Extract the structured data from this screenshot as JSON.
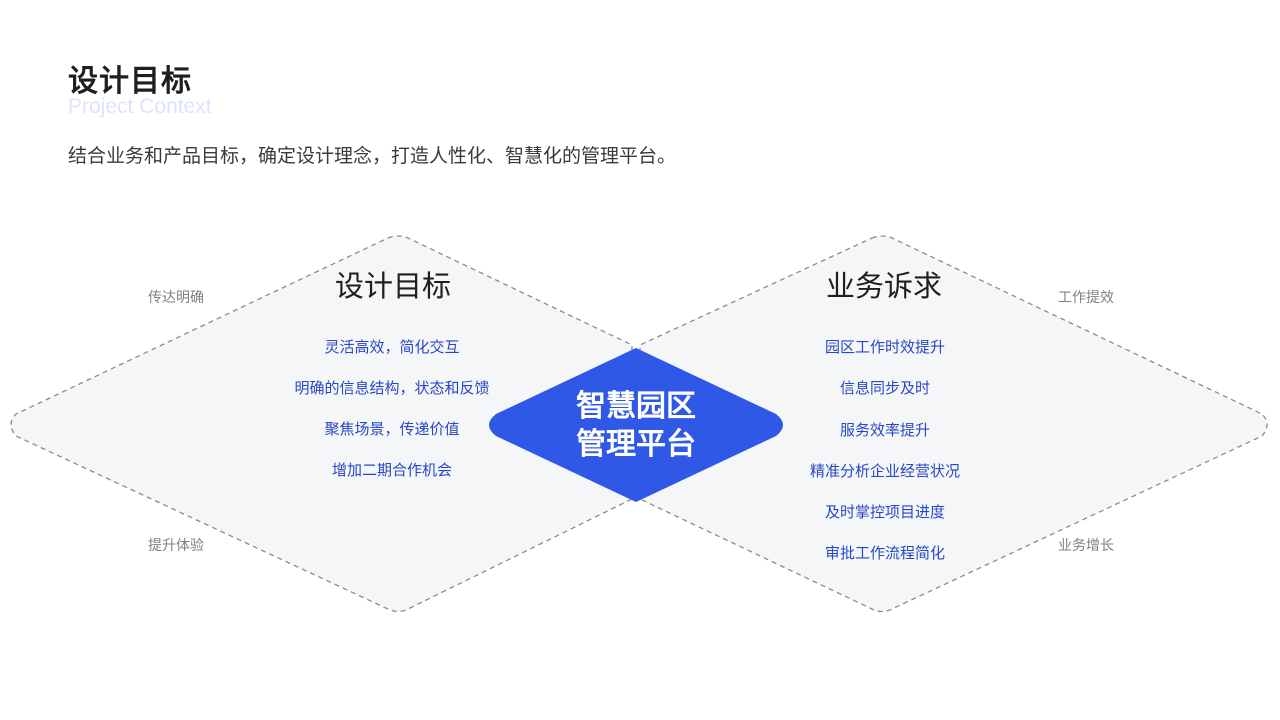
{
  "header": {
    "title": "设计目标",
    "subtitle": "Project  Context",
    "description": "结合业务和产品目标，确定设计理念，打造人性化、智慧化的管理平台。"
  },
  "left": {
    "title": "设计目标",
    "items": [
      "灵活高效，简化交互",
      "明确的信息结构，状态和反馈",
      "聚焦场景，传递价值",
      "增加二期合作机会"
    ],
    "top_label": "传达明确",
    "bottom_label": "提升体验"
  },
  "right": {
    "title": "业务诉求",
    "items": [
      "园区工作时效提升",
      "信息同步及时",
      "服务效率提升",
      "精准分析企业经营状况",
      "及时掌控项目进度",
      "审批工作流程简化"
    ],
    "top_label": "工作提效",
    "bottom_label": "业务增长"
  },
  "center": {
    "line1": "智慧园区",
    "line2": "管理平台"
  },
  "colors": {
    "accent": "#2f58e6",
    "item_text": "#2747c8",
    "diamond_fill": "#f5f6f8",
    "dash_stroke": "#8c8c8c",
    "subtitle": "#dde3ff"
  }
}
